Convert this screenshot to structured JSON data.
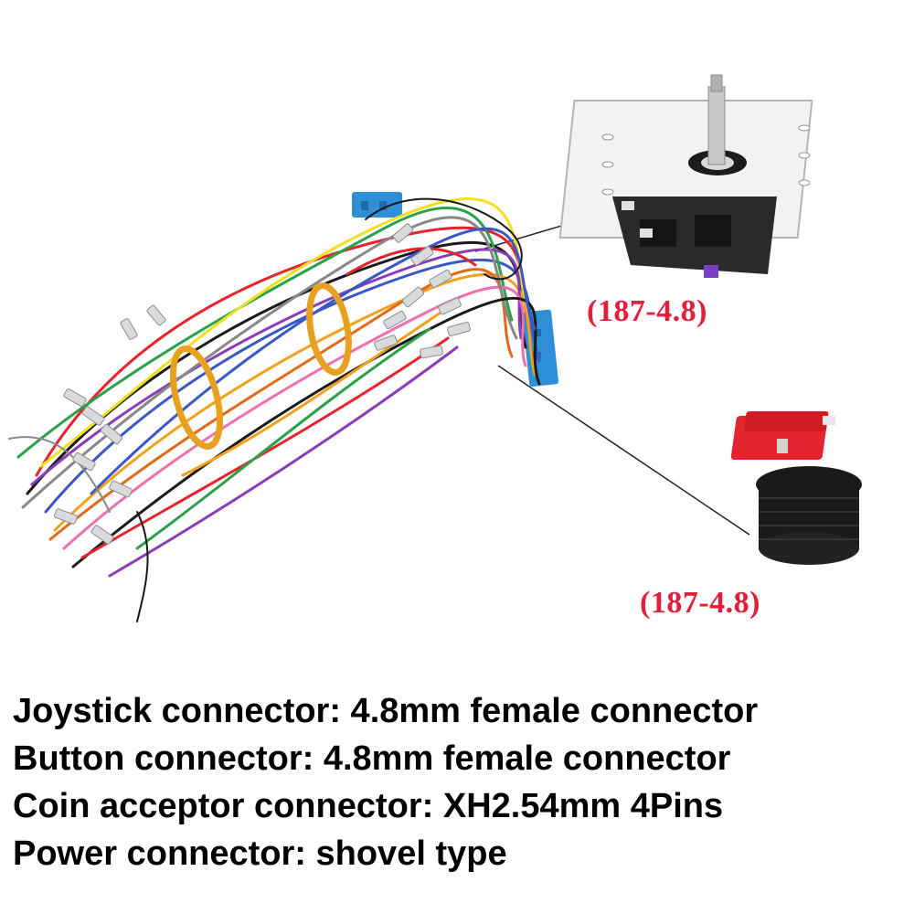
{
  "labels": {
    "joystick_label": "(187-4.8)",
    "button_label": "(187-4.8)"
  },
  "specs": [
    "Joystick connector: 4.8mm female connector",
    "Button connector: 4.8mm female connector",
    "Coin acceptor connector: XH2.54mm 4Pins",
    "Power connector: shovel type"
  ],
  "colors": {
    "label_red": "#e0203a",
    "text_black": "#000000",
    "connector_blue": "#2f8fd6",
    "button_red": "#e2242f",
    "button_body": "#1a1a1a"
  },
  "icons": [
    "wire-harness-image",
    "joystick-image",
    "push-button-image"
  ]
}
